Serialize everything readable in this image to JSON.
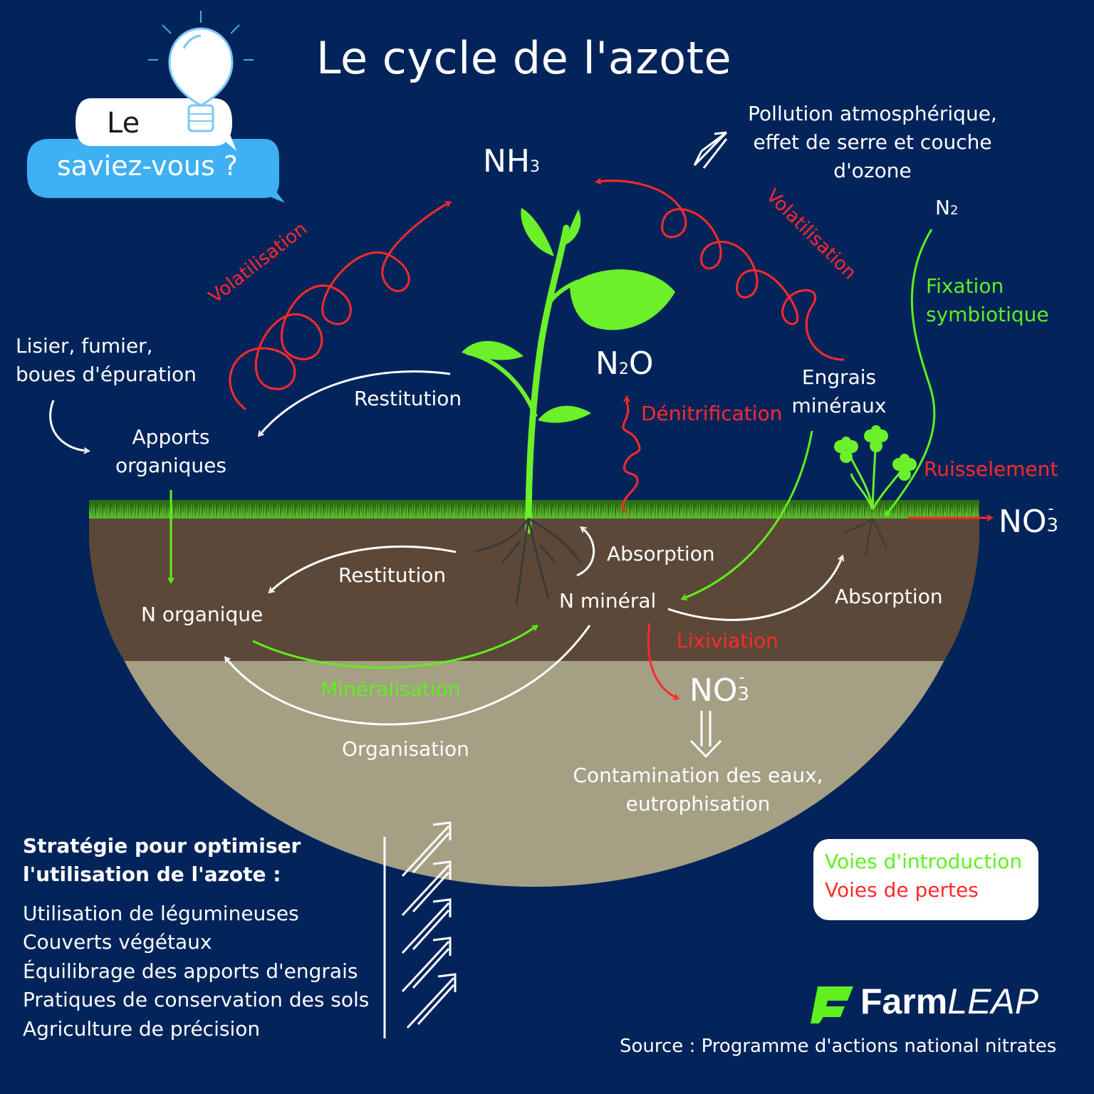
{
  "title": "Le cycle de l'azote",
  "badge": {
    "line1": "Le",
    "line2": "saviez-vous ?"
  },
  "atmosphere": {
    "nh3": {
      "base": "NH",
      "sub": "3"
    },
    "n2o": {
      "base1": "N",
      "sub": "2",
      "base2": "O"
    },
    "n2": {
      "base": "N",
      "sub": "2"
    },
    "pollution": [
      "Pollution atmosphérique,",
      "effet de serre et couche",
      "d'ozone"
    ]
  },
  "labels": {
    "volatilisation_left": "Volatilisation",
    "volatilisation_right": "Volatilisation",
    "lisier": [
      "Lisier, fumier,",
      "boues d'épuration"
    ],
    "apports": [
      "Apports",
      "organiques"
    ],
    "restitution_top": "Restitution",
    "restitution_soil": "Restitution",
    "denitrification": "Dénitrification",
    "engrais": [
      "Engrais",
      "minéraux"
    ],
    "fixation": [
      "Fixation",
      "symbiotique"
    ],
    "ruisselement": "Ruisselement",
    "absorption_plant": "Absorption",
    "absorption_clover": "Absorption",
    "n_organique": "N organique",
    "n_mineral": "N minéral",
    "lixiviation": "Lixiviation",
    "mineralisation": "Minéralisation",
    "organisation": "Organisation",
    "no3_runoff": {
      "base": "NO",
      "sub": "3",
      "sup": "-"
    },
    "no3_leach": {
      "base": "NO",
      "sub": "3",
      "sup": "-"
    },
    "contamination": [
      "Contamination des eaux,",
      "eutrophisation"
    ]
  },
  "strategy": {
    "heading": [
      "Stratégie pour optimiser",
      "l'utilisation de l'azote :"
    ],
    "items": [
      "Utilisation de légumineuses",
      "Couverts végétaux",
      "Équilibrage des apports d'engrais",
      "Pratiques de conservation des sols",
      "Agriculture de précision"
    ]
  },
  "legend": {
    "introduction": "Voies d'introduction",
    "pertes": "Voies de pertes"
  },
  "logo": {
    "part1": "Farm",
    "part2": "LEAP"
  },
  "source": "Source : Programme d'actions national nitrates",
  "icons": [
    "lightbulb-icon",
    "plant-icon",
    "clover-icon",
    "logo-icon"
  ],
  "colors": {
    "background": "#03245a",
    "introduction": "#5ff01e",
    "pertes": "#ff2a2a",
    "topsoil": "#5c4838",
    "subsoil": "#a59f84",
    "grass": "#3a8a1e",
    "badge": "#3fb0f2"
  }
}
